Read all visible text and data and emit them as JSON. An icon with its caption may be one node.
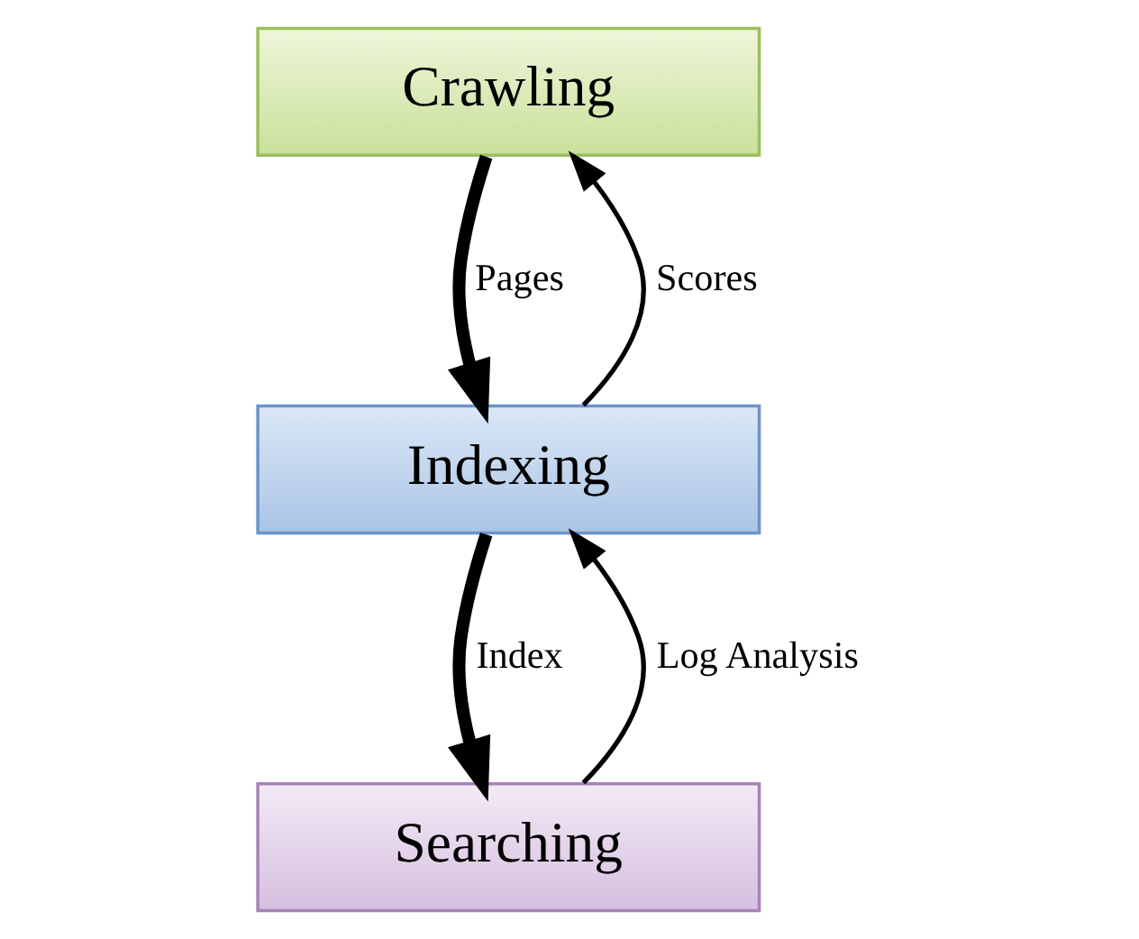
{
  "diagram": {
    "nodes": [
      {
        "text": [
          "Crawling"
        ]
      },
      {
        "text": [
          "Indexing"
        ]
      },
      {
        "text": [
          "Searching"
        ]
      }
    ],
    "edges": [
      {
        "from": 1,
        "to": 0,
        "arrow": "to",
        "label": "Scores"
      },
      {
        "from": 0,
        "to": 1,
        "arrow": "to",
        "label": "Pages",
        "style": "thick"
      },
      {
        "from": 2,
        "to": 1,
        "arrow": "to",
        "label": "Log Analysis"
      },
      {
        "from": 1,
        "to": 2,
        "arrow": "to",
        "label": "Index",
        "style": "thick"
      }
    ]
  }
}
